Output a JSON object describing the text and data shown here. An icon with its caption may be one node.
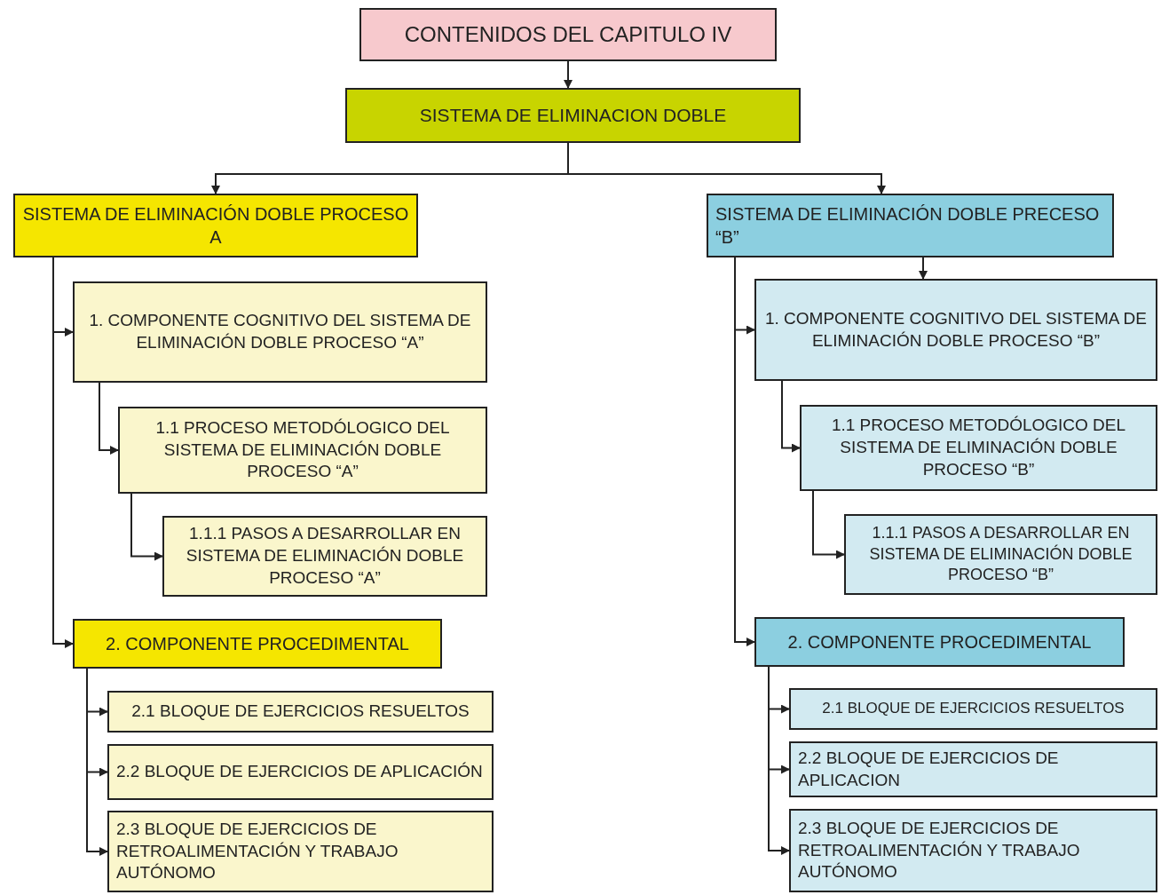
{
  "diagram": {
    "nodes": [
      {
        "text": [
          "CONTENIDOS DEL CAPITULO IV"
        ]
      },
      {
        "text": [
          "SISTEMA DE ELIMINACION DOBLE"
        ]
      },
      {
        "text": [
          "SISTEMA DE ELIMINACIÓN DOBLE PROCESO A"
        ]
      },
      {
        "text": [
          "1. COMPONENTE COGNITIVO DEL SISTEMA DE ELIMINACIÓN DOBLE PROCESO “A”"
        ]
      },
      {
        "text": [
          "1.1 PROCESO METODÓLOGICO DEL SISTEMA DE ELIMINACIÓN DOBLE PROCESO “A”"
        ]
      },
      {
        "text": [
          "1.1.1 PASOS A DESARROLLAR EN SISTEMA DE ELIMINACIÓN DOBLE PROCESO “A”"
        ]
      },
      {
        "text": [
          "2. COMPONENTE PROCEDIMENTAL"
        ]
      },
      {
        "text": [
          "2.1 BLOQUE DE EJERCICIOS RESUELTOS"
        ]
      },
      {
        "text": [
          "2.2 BLOQUE DE EJERCICIOS DE APLICACIÓN"
        ]
      },
      {
        "text": [
          "2.3 BLOQUE DE EJERCICIOS DE RETROALIMENTACIÓN Y TRABAJO AUTÓNOMO"
        ]
      },
      {
        "text": [
          "SISTEMA DE ELIMINACIÓN DOBLE PRECESO “B”"
        ]
      },
      {
        "text": [
          "1. COMPONENTE COGNITIVO DEL SISTEMA DE ELIMINACIÓN DOBLE PROCESO “B”"
        ]
      },
      {
        "text": [
          "1.1 PROCESO METODÓLOGICO DEL SISTEMA DE ELIMINACIÓN DOBLE PROCESO “B”"
        ]
      },
      {
        "text": [
          "1.1.1 PASOS A DESARROLLAR EN SISTEMA DE ELIMINACIÓN DOBLE PROCESO “B”"
        ]
      },
      {
        "text": [
          "2. COMPONENTE PROCEDIMENTAL"
        ]
      },
      {
        "text": [
          "2.1 BLOQUE DE EJERCICIOS RESUELTOS"
        ]
      },
      {
        "text": [
          "2.2 BLOQUE DE EJERCICIOS DE APLICACION"
        ]
      },
      {
        "text": [
          "2.3 BLOQUE DE EJERCICIOS DE RETROALIMENTACIÓN Y TRABAJO AUTÓNOMO"
        ]
      }
    ],
    "edges": [
      {
        "from": 0,
        "to": 1,
        "arrow": "to"
      },
      {
        "from": 1,
        "to": 2,
        "arrow": "to"
      },
      {
        "from": 1,
        "to": 10,
        "arrow": "to"
      },
      {
        "from": 2,
        "to": 3,
        "arrow": "to"
      },
      {
        "from": 2,
        "to": 6,
        "arrow": "to"
      },
      {
        "from": 3,
        "to": 4,
        "arrow": "to"
      },
      {
        "from": 4,
        "to": 5,
        "arrow": "to"
      },
      {
        "from": 6,
        "to": 7,
        "arrow": "to"
      },
      {
        "from": 6,
        "to": 8,
        "arrow": "to"
      },
      {
        "from": 6,
        "to": 9,
        "arrow": "to"
      },
      {
        "from": 10,
        "to": 11,
        "arrow": "to"
      },
      {
        "from": 10,
        "to": 11,
        "arrow": "to"
      },
      {
        "from": 10,
        "to": 14,
        "arrow": "to"
      },
      {
        "from": 11,
        "to": 12,
        "arrow": "to"
      },
      {
        "from": 12,
        "to": 13,
        "arrow": "to"
      },
      {
        "from": 14,
        "to": 15,
        "arrow": "to"
      },
      {
        "from": 14,
        "to": 16,
        "arrow": "to"
      },
      {
        "from": 14,
        "to": 17,
        "arrow": "to"
      }
    ]
  }
}
